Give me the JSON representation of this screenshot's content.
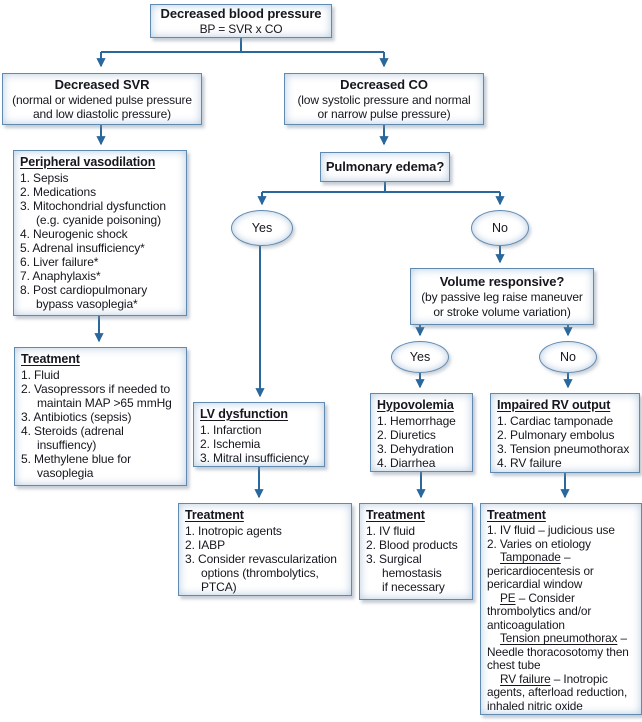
{
  "palette": {
    "box_border": "#5f8ab2",
    "connector_line": "#29689c",
    "text": "#16161e",
    "box_fill_edge": "#d4e0ec",
    "background": "#ffffff"
  },
  "nodes": {
    "root": {
      "title": "Decreased blood pressure",
      "subtitle": "BP = SVR x CO"
    },
    "svr": {
      "title": "Decreased SVR",
      "subtitle": "(normal or widened pulse pressure\nand low diastolic pressure)"
    },
    "co": {
      "title": "Decreased CO",
      "subtitle": "(low systolic pressure and normal\nor narrow pulse pressure)"
    },
    "pulmonary_edema": {
      "title": "Pulmonary edema?"
    },
    "volume_responsive": {
      "title": "Volume responsive?",
      "subtitle": "(by passive leg raise maneuver\nor stroke volume variation)"
    },
    "decision_labels": {
      "pulm_yes": "Yes",
      "pulm_no": "No",
      "vol_yes": "Yes",
      "vol_no": "No"
    },
    "peripheral_vasodilation": {
      "heading": "Peripheral vasodilation",
      "items": [
        "1. Sepsis",
        "2. Medications",
        "3. Mitochondrial dysfunction\n(e.g. cyanide poisoning)",
        "4. Neurogenic shock",
        "5. Adrenal insufficiency*",
        "6. Liver failure*",
        "7. Anaphylaxis*",
        "8. Post cardiopulmonary\nbypass vasoplegia*"
      ]
    },
    "treatment_svr": {
      "heading": "Treatment",
      "items": [
        "1. Fluid",
        "2. Vasopressors if needed to\nmaintain MAP >65 mmHg",
        "3. Antibiotics (sepsis)",
        "4. Steroids (adrenal\ninsuffiency)",
        "5. Methylene blue for\nvasoplegia"
      ]
    },
    "lv_dysfunction": {
      "heading": "LV dysfunction",
      "items": [
        "1. Infarction",
        "2. Ischemia",
        "3. Mitral insufficiency"
      ]
    },
    "hypovolemia": {
      "heading": "Hypovolemia",
      "items": [
        "1. Hemorrhage",
        "2. Diuretics",
        "3. Dehydration",
        "4. Diarrhea"
      ]
    },
    "impaired_rv_output": {
      "heading": "Impaired RV output",
      "items": [
        "1. Cardiac tamponade",
        "2. Pulmonary embolus",
        "3. Tension pneumothorax",
        "4. RV failure"
      ]
    },
    "treatment_lv": {
      "heading": "Treatment",
      "items": [
        "1. Inotropic agents",
        "2. IABP",
        "3. Consider revascularization\noptions (thrombolytics,\nPTCA)"
      ]
    },
    "treatment_hypovolemia": {
      "heading": "Treatment",
      "items": [
        "1. IV fluid",
        "2. Blood products",
        "3. Surgical\nhemostasis\nif necessary"
      ]
    },
    "treatment_rv": {
      "heading": "Treatment",
      "items": [
        "1. IV fluid – judicious use",
        "2. Varies on etiology",
        {
          "indent": true,
          "parts": [
            {
              "t": "Tamponade",
              "u": true
            },
            {
              "t": " –\npericardiocentesis or\npericardial window"
            }
          ]
        },
        {
          "indent": true,
          "parts": [
            {
              "t": "PE",
              "u": true
            },
            {
              "t": " – Consider\nthrombolytics and/or\nanticoagulation"
            }
          ]
        },
        {
          "indent": true,
          "parts": [
            {
              "t": "Tension pneumothorax",
              "u": true
            },
            {
              "t": " –\nNeedle thoracosotomy then\nchest tube"
            }
          ]
        },
        {
          "indent": true,
          "parts": [
            {
              "t": "RV failure",
              "u": true
            },
            {
              "t": " – Inotropic\nagents, afterload reduction,\ninhaled nitric oxide"
            }
          ]
        }
      ]
    }
  }
}
